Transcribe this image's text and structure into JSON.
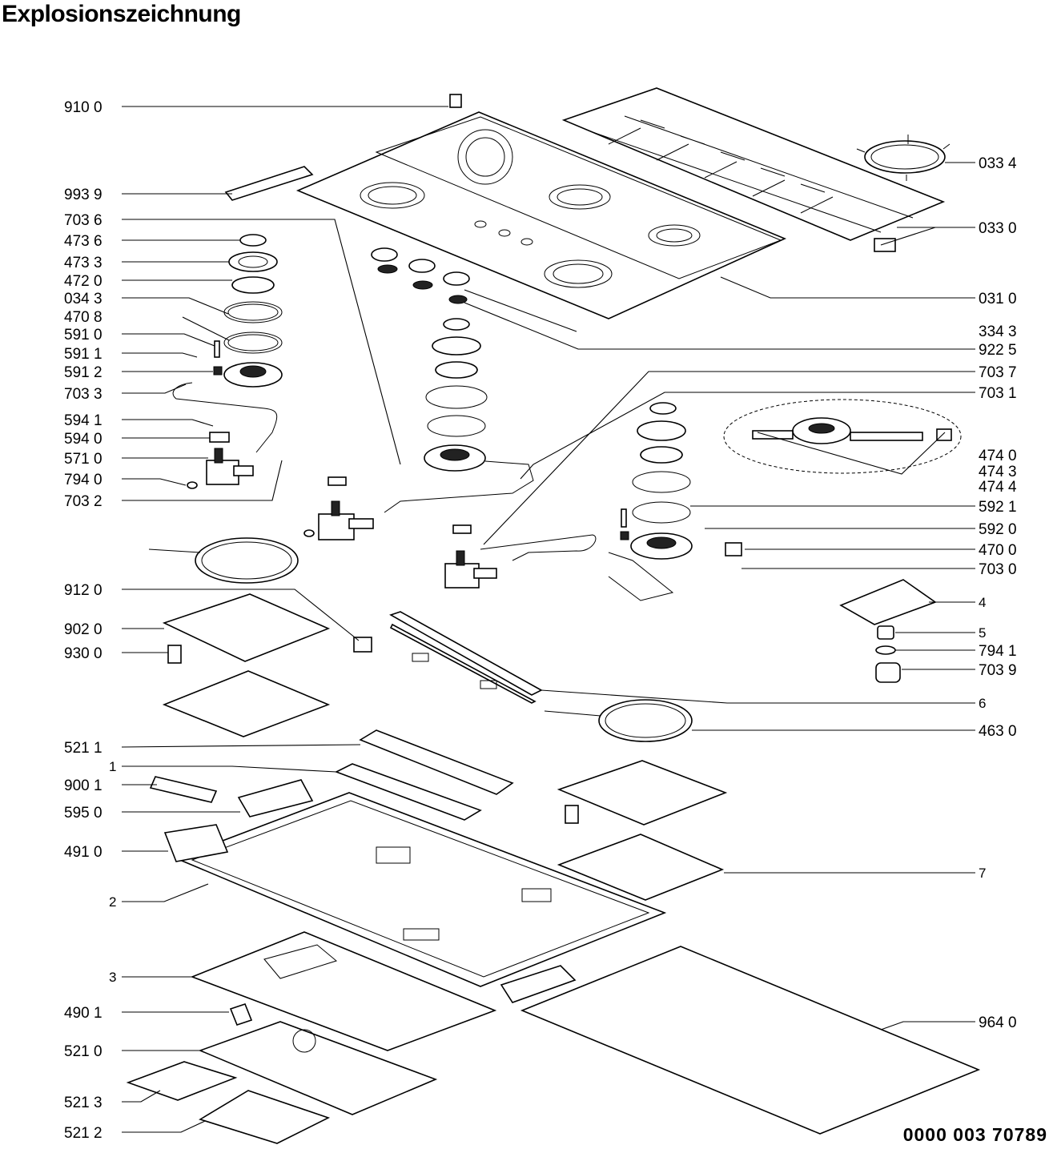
{
  "title": "Explosionszeichnung",
  "document_number": "0000 003 70789",
  "callouts_left": [
    "910 0",
    "993 9",
    "703 6",
    "473 6",
    "473 3",
    "472 0",
    "034 3",
    "470 8",
    "591 0",
    "591 1",
    "591 2",
    "703 3",
    "594 1",
    "594 0",
    "571 0",
    "794 0",
    "703 2",
    "912 0",
    "902 0",
    "930 0",
    "521 1",
    "1",
    "900 1",
    "595 0",
    "491 0",
    "2",
    "3",
    "490 1",
    "521 0",
    "521 3",
    "521 2"
  ],
  "callouts_right": [
    "033 4",
    "033 0",
    "031 0",
    "334 3",
    "922 5",
    "703 7",
    "703 1",
    "474 0",
    "474 3",
    "474 4",
    "592 1",
    "592 0",
    "470 0",
    "703 0",
    "4",
    "5",
    "794 1",
    "703 9",
    "6",
    "463 0",
    "7",
    "964 0"
  ]
}
